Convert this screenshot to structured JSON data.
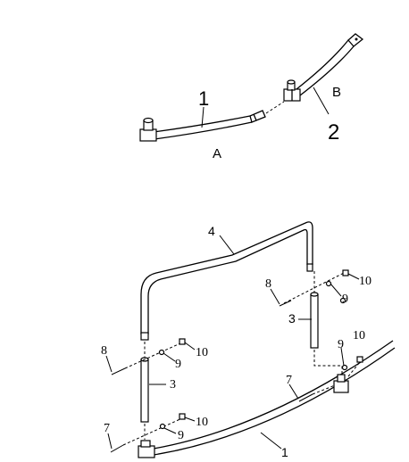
{
  "top_assembly": {
    "part_1_label": "1",
    "part_2_label": "2",
    "end_a_label": "A",
    "end_b_label": "B"
  },
  "bottom_assembly": {
    "callouts": {
      "bow": "4",
      "post_right": "3",
      "post_left": "3",
      "rail": "1",
      "bolt_right_top": "8",
      "bolt_left_top": "8",
      "bolt_right_bottom": "7",
      "bolt_left_bottom": "7",
      "washer_right_top": "9",
      "washer_right_mid": "9",
      "washer_left_top": "9",
      "washer_left_bottom": "9",
      "nut_right_top": "10",
      "nut_right_mid": "10",
      "nut_left_top": "10",
      "nut_left_bottom": "10"
    }
  }
}
